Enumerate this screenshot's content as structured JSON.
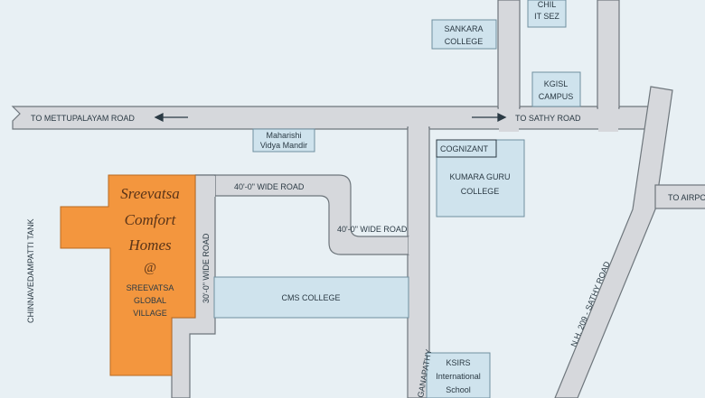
{
  "colors": {
    "background": "#e8f0f4",
    "road": "#d6d8dc",
    "road_edge": "#6e767c",
    "landmark_fill": "#cfe3ed",
    "landmark_stroke": "#6f8fa0",
    "project_fill": "#f3963e",
    "project_stroke": "#b96a21",
    "text": "#2b3a44"
  },
  "roads": {
    "west": "TO METTUPALAYAM ROAD",
    "east": "TO SATHY ROAD",
    "airport": "TO AIRPORT",
    "road_40_a": "40'-0\" WIDE ROAD",
    "road_40_b": "40'-0\" WIDE ROAD",
    "road_30": "30'-0\" WIDE ROAD",
    "nh": "N.H. 209 - SATHY ROAD",
    "ganapathy": "GANAPATHY"
  },
  "landmarks": {
    "sankara": [
      "SANKARA",
      "COLLEGE"
    ],
    "chil": [
      "CHIL",
      "IT SEZ"
    ],
    "kgisl": [
      "KGISL",
      "CAMPUS"
    ],
    "maharishi": [
      "Maharishi",
      "Vidya Mandir"
    ],
    "cognizant": "COGNIZANT",
    "kumaraguru": [
      "KUMARA GURU",
      "COLLEGE"
    ],
    "cms": "CMS COLLEGE",
    "ksirs": [
      "KSIRS",
      "International",
      "School"
    ],
    "tank": "CHINNAVEDAMPATTI TANK"
  },
  "project": {
    "name_lines": [
      "Sreevatsa",
      "Comfort",
      "Homes"
    ],
    "at": "@",
    "location_lines": [
      "SREEVATSA",
      "GLOBAL",
      "VILLAGE"
    ]
  }
}
